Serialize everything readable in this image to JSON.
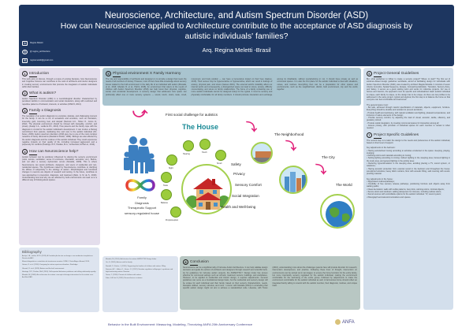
{
  "header": {
    "title_line1": "Neuroscience, Architecture, and Autism Spectrum Disorder (ASD)",
    "title_line2": "How can Neuroscience applied to Architecture contribute to the acceptance of ASD diagnosis by autistic individuals' families?",
    "author": "Arq. Regina Meletti -Brasil",
    "contacts": [
      {
        "icon": "linkedin-icon",
        "glyph": "in",
        "text": "Regina Meletti"
      },
      {
        "icon": "instagram-icon",
        "glyph": "◎",
        "text": "@ regina_architecture"
      },
      {
        "icon": "email-icon",
        "glyph": "✉",
        "text": "reginameletti@gmail.com"
      }
    ]
  },
  "sections": {
    "intro": {
      "num": "1",
      "title": "Introduction",
      "text": "This work aims to discuss, through a review of existing literature, how Neuroscience and Cognitive Science can contribute to the work of architects and interior designers in creating sensory environments that promote the integration of autistic individuals within their families."
    },
    "autism": {
      "num": "2",
      "title": "What is autism?",
      "text": "Autism Spectrum Disorder (ASD) is a neurobiological disorder characterized by persistent deficits in communication and social interaction, along with restricted and repetitive patterns of behavior, interests, or activities (DSM-5, 2013)."
    },
    "diagnosis": {
      "num": "3",
      "title": "Family x Diagnosis",
      "text": "The revelation of an autism diagnosis is a complex, delicate, and challenging moment for the family. It can be a mix of sensations and emotions, such as frustration, insecurity, guilt, mourning, fear, and despair (Samson A.C., Huber O., Gross JJ, 2012). The physical environment should be infused with tranquility, comfort, and privacy (Araújo J.A., Leitão E.P.F., 2013). How parents and the family cope with the diagnosis is crucial for the autistic individual's development. It can involve a lifelong commitment from parents, dedicating time and care to the autistic individual (Orr, Karen, 2009). Autism spectrum disorders (ASD) give rise to one of the most complex networks of family dimensions (Randall & Parker, 1999). Siblings are also affected by the autism diagnosis and the routines of the autistic individual. They could experience negative impacts on their quality of life, including increased aggression and a propensity for conflicts (Hastings, R.P.; Petalas, M.A.; Lichtenheld, E.Hart al., 2014)."
    },
    "neuro": {
      "num": "4",
      "title": "How can Neuroscience help?",
      "text": "Autistic behavior can be positively influenced by altering the sensory environment (color, texture, ventilation, sense of enclosure, orientation, acoustics, etc.). Before, and not after a sensory dysfunction occurs (Mostafa, 2008). This is where Neuroscience can assist architects, designers, and users of residential and non-residential spaces. The hypotheses raised by Neuroscience contribute to clarifying the diffuse of subjectivity in the etiology of autism. Morphological and functional changes in neurons are objects of research and testing. In the future, contribute to new approaches in prevention, diagnosis, and treatment (Zabo, G. M. de S., 2020). Understanding how and why we are affected by built environments can lead us to a different way of thinking about spaces."
    },
    "physical": {
      "num": "5",
      "title": "Physical environment X Family Harmony",
      "text": "The role and responsibility of architects and designers is to provide a design that meets the needs of all members of society. However, most of them have little knowledge about sensory issues related to the built environment in the daily life of an individual with autism (Mostafa, et al., 2013; Ghazali, R. et al., Hahnl, 2018). An environment that caters to the needs of children with Autism Spectrum Disorder (ASD) can help boost their physical, cognitive, social, and emotional development. A sensory design that addresses how space can profoundly affect one or more sensory systems — sound, touch, vision, taste, smell, movement, and body position — can have a tremendous impact on their lives (Gaines, 2015). Their senses may be hypersensitive or hyposensitive, which can result in feelings of anxiety, physical pain, and stress (Gaines 2016). The external world's instability affect our internal world, and consequently, a disorganized space can lead to stress, anxiety, difficulty concentrating, and stress on family relationships. The home of a family containing one or more autistic individuals cannot be designed solely for the typical. It must be sensory and physically comfortable for all family members. It should promote interaction and exchange among its inhabitants, without overwhelming or not. It should have private as well as communal spaces. It is also the first place for the autistic individual to deal with situations, noises, and routines. Everything then can be a preparation for other spaces and environments, such as the neighborhood, district, built environment, city and the world, together."
    },
    "general": {
      "num": "6",
      "title": "Project General Guidelines",
      "text": "But, what guidelines to follow to create a sensory project? Where to start? The first set of evidence-based design guidelines worldwide, aimed at facilitating design for individuals with Autism Spectrum Disorder (ASD), was created by architect Magda Mostafa. It consists of seven criteria: Acoustics, Spatial Sequence, Escape, Compartmentalization, Transition, Sensory Zone, and Safety. It serves as a good starting point and works for collective projects. For use in homes and interiors, the approach must be specific and individualized. Each autistic individual is unique, each family is unique, so the design has to be unique. As there are two profiles to be addressed in the same project, typical and atypical, the first step is to balance the home so that everyone can feel comfortable and welcomed.",
      "list_intro": "The general space must:",
      "list": [
        "- Be safe, achieved through careful specification of materials, objects, equipment, furniture. Everything should be durable and resistant to prevent accidents;",
        "- Provide health and well-being, with natural ventilation and lighting, pleasant temperatures, and inclusion of nature elements in the design;",
        "- Provide sensory comfort, by adjusting the load of visual, acoustic, tactile, olfactory, and gustatory stimuli;",
        "- Provide social integration, by creating communal spaces for interaction among all;",
        "- Ensure privacy, with provision of individual spaces for each member to retreat to when needed."
      ]
    },
    "specific": {
      "num": "7",
      "title": "Project Specific Guidelines",
      "text": "The second step is to tailor the design to the needs and preferences of the autistic individual, based on their level of support.",
      "bedroom_label": "Key adjustments in the bedroom:",
      "bedroom": [
        "• Having well-defined zoning according to activities conducted in the space: sleeping, playing, studying;",
        "• Defining colors and materials according to zoning;",
        "• Setting lighting according to zoning: indirect lighting in the sleeping area, focused lighting in the study area, and general lighting in the activity area;",
        "• Reducing hyperstimulation in the sleeping area, avoiding placing a TV, sound system, or cellphone;",
        "• Having acoustic protection from external sound in the bedroom and throughout the house: soundproof windows, heavy fabric curtains, floor with acoustic filling, wall covering with sound-proofing material."
      ],
      "house_label": "Key adjustments in the house:",
      "house": [
        "• Signposted routines/pathways;",
        "• Flexibility of free sensory release pathways, positioning furniture and objects away from walking paths;",
        "• Clean decoration: walls with subtle patterns, few prints, calming colors, minimal objects;",
        "• Secure doors and windows: adding dampeners for closures, including cabinet doors;",
        "• Sound sources with controllable options for the autistic individual: TV, sound system;",
        "• Planograph and telecommunications and spaces."
      ]
    },
    "conclusion": {
      "num": "8",
      "title": "Conclusion",
      "text": "Neuroscience can be a significant ally of Inclusive Autism Architecture. It can help validate design decisions and guide the actions of architects and designers through research and scientific facts. As for guidelines for inclusive autism projects, the ASPECTSS™ Design Index has proven effective for communal settings such as schools, treatment centers, buildings, and workplaces. However, to be applied to residential and interior design, it requires adjustments. General guidelines can serve as a foundational design basis, but the residential and sensory design will be unique for each individual and their family, based on their sensory characteristics, needs, therapies utilized, sensory stimulus, and more. I concur with Mostafa (2014) in concluding that specific autism design might not aim to achieve a standardized code. Likewise, with Tozan (2016), understanding more about the challenges parents face will provide direction for research, intervention development, and practice. Following these lines of thought, intervention on environments can be carried out in two stages: to ensure the home functions for the entire family, but more importantly sensory regulated for the autistic individual, making the environment comfortable for the well-being of the entire group. Followed by adjustments to make the environment comfortable for the autistic individual as well. A harmonious home should reflect an integrated family willing to coexist with the autistic member, their diagnosis, routines, and unique traits."
    }
  },
  "bibliography": {
    "title": "Bibliography",
    "items": [
      "Araújo, J.A.; Leitão, E.P.F. (2013). A Contribuição da arte no design e nos ambientes terapêuticos. Revista da ABC.",
      "Manual diagnóstico e estatístico de transtornos mentais: DSM-5. Porto Alegre: Artmed, 2014.",
      "Gaines, K. et al. (2016). Designing for autism spectrum disorders. Routledge.",
      "Ghazali, R. et al. (2018). Autism and the built environment.",
      "Hastings, R.P.; Petalas, M.A. (2014). Self-reported behaviour problems and sibling relationship quality.",
      "Mostafa, M. (2008). An architecture for autism: concepts of design intervention for the autistic user. ArchNet-IJAR.",
      "Mostafa, M. (2014). Architecture for autism: ASPECTSS Design Index.",
      "Orr, K. (2009). Autism and the family.",
      "Randall, P.; Parker, J. (1999). Supporting the families of children with autism. Wiley.",
      "Samson, A.C.; Huber, O.; Gross, J.J. (2012). Emotion regulation in Asperger's syndrome and high-functioning autism. Emotion.",
      "Tozan, C. (2016). Parents of children with autism.",
      "Zabo, G.M. de S. (2020). Neurociências e autismo."
    ]
  },
  "infographic": {
    "first_challenge": "First social challenge for autistics",
    "house_title": "The House",
    "neighborhood": "The Neighborhood",
    "city": "The City",
    "world": "The World",
    "senses": [
      "Hearing",
      "Touch",
      "Smell",
      "Sight",
      "Taste",
      "Balance",
      "Proprioception"
    ],
    "house_qualities": [
      "Safety",
      "Privacy",
      "Sensory Comfort",
      "Social Integration",
      "Health and Well-being"
    ],
    "family_lines": [
      "Family",
      "Diagnosis",
      "Therapeutic Support",
      "sensory-regulated house"
    ]
  },
  "footer": {
    "conference": "Behavior in the Built Environment: Measuring, Modeling, Theorizing ANFA 20th Anniversary Conference",
    "logo_text": "ANFA"
  },
  "colors": {
    "header_bg": "#1d3660",
    "accent_pink": "#e2237c",
    "accent_green": "#9ccc3c",
    "house_title": "#1a8a96"
  }
}
